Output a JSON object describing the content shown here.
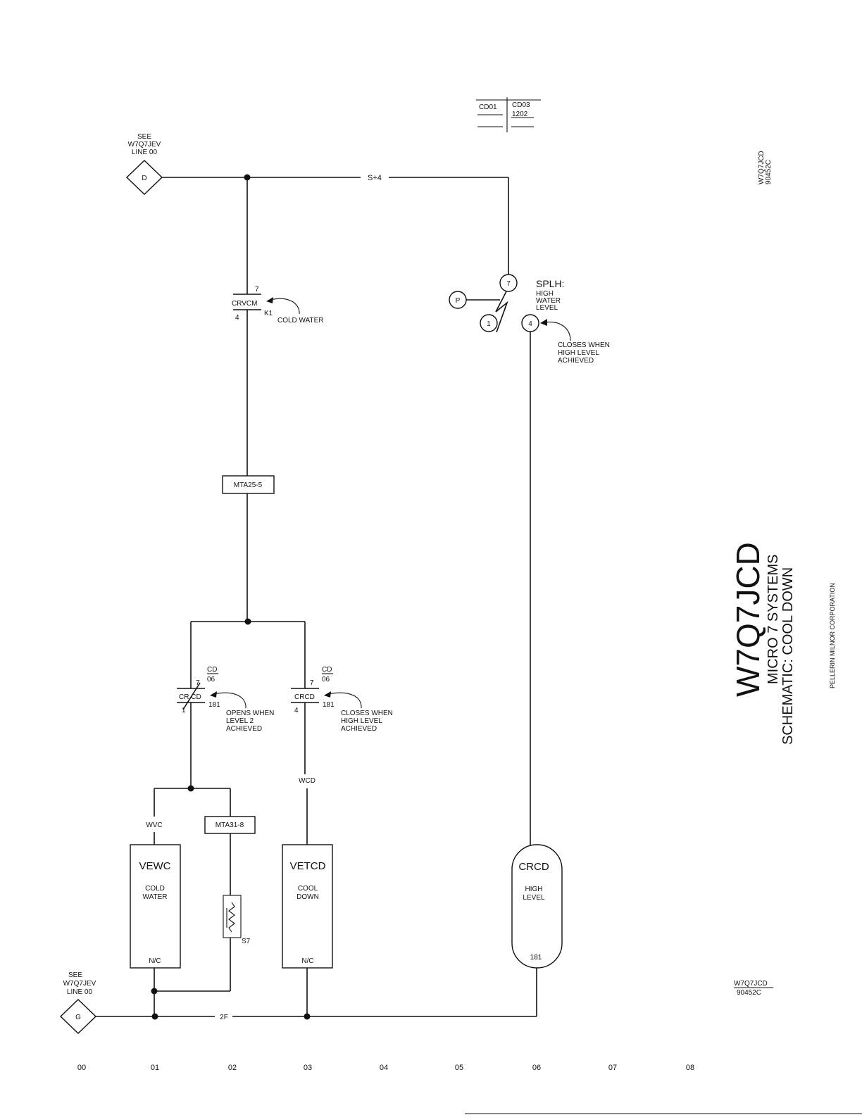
{
  "diagram": {
    "ref_table": {
      "left": "CD01",
      "right_top": "CD03",
      "right_bottom": "1202"
    },
    "connector_top": {
      "label": "D",
      "note_line1": "SEE",
      "note_line2": "W7Q7JEV",
      "note_line3": "LINE 00"
    },
    "connector_bottom": {
      "label": "G",
      "note_line1": "SEE",
      "note_line2": "W7Q7JEV",
      "note_line3": "LINE 00"
    },
    "wire_labels": {
      "top": "S+4",
      "bottom": "2F",
      "wcd": "WCD",
      "wvc": "WVC"
    },
    "contact_crvcm": {
      "name": "CRVCM",
      "pin_top": "7",
      "pin_bottom": "4",
      "tag": "K1",
      "note": "COLD WATER"
    },
    "box_mta25": "MTA25-5",
    "box_mta31": "MTA31-8",
    "contact_crcd_nc": {
      "name": "CR CD",
      "pin_top": "7",
      "pin_bottom": "1",
      "tag": "181",
      "ref_top": "CD",
      "ref_bottom": "06",
      "note_line1": "OPENS WHEN",
      "note_line2": "LEVEL 2",
      "note_line3": "ACHIEVED"
    },
    "contact_crcd_no": {
      "name": "CRCD",
      "pin_top": "7",
      "pin_bottom": "4",
      "tag": "181",
      "ref_top": "CD",
      "ref_bottom": "06",
      "note_line1": "CLOSES WHEN",
      "note_line2": "HIGH LEVEL",
      "note_line3": "ACHIEVED"
    },
    "switch_splh": {
      "pin_top": "7",
      "pin_left": "1",
      "pin_right": "4",
      "p_label": "P",
      "name": "SPLH:",
      "desc_line1": "HIGH",
      "desc_line2": "WATER",
      "desc_line3": "LEVEL",
      "note_line1": "CLOSES WHEN",
      "note_line2": "HIGH LEVEL",
      "note_line3": "ACHIEVED"
    },
    "valve_vewc": {
      "name": "VEWC",
      "line1": "COLD",
      "line2": "WATER",
      "foot": "N/C"
    },
    "valve_vetcd": {
      "name": "VETCD",
      "line1": "COOL",
      "line2": "DOWN",
      "foot": "N/C"
    },
    "relay_crcd": {
      "name": "CRCD",
      "line1": "HIGH",
      "line2": "LEVEL",
      "foot": "181"
    },
    "resistor_label": "S7",
    "doc_ref_top": {
      "line1": "W7Q7JCD",
      "line2": "90452C"
    },
    "doc_ref_bottom": {
      "line1": "W7Q7JCD",
      "line2": "90452C"
    },
    "title_block": {
      "title": "W7Q7JCD",
      "line1": "MICRO 7 SYSTEMS",
      "line2": "SCHEMATIC: COOL DOWN",
      "company": "PELLERIN MILNOR CORPORATION"
    },
    "columns": [
      "00",
      "01",
      "02",
      "03",
      "04",
      "05",
      "06",
      "07",
      "08"
    ]
  }
}
